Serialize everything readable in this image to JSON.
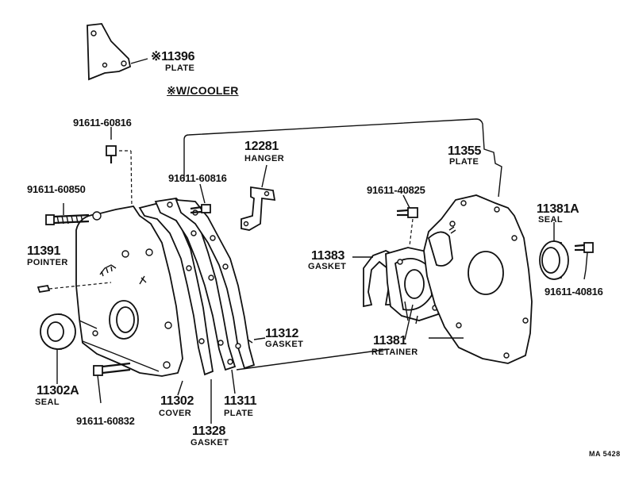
{
  "note": "※W/COOLER",
  "catalog_code": "MA 5428",
  "parts": {
    "p11396": {
      "number": "※11396",
      "name": "PLATE"
    },
    "p12281": {
      "number": "12281",
      "name": "HANGER"
    },
    "p11355": {
      "number": "11355",
      "name": "PLATE"
    },
    "p11381A": {
      "number": "11381A",
      "name": "SEAL"
    },
    "p11391": {
      "number": "11391",
      "name": "POINTER"
    },
    "p11383": {
      "number": "11383",
      "name": "GASKET"
    },
    "p11312": {
      "number": "11312",
      "name": "GASKET"
    },
    "p11381": {
      "number": "11381",
      "name": "RETAINER"
    },
    "p11302A": {
      "number": "11302A",
      "name": "SEAL"
    },
    "p11302": {
      "number": "11302",
      "name": "COVER"
    },
    "p11311": {
      "number": "11311",
      "name": "PLATE"
    },
    "p11328": {
      "number": "11328",
      "name": "GASKET"
    }
  },
  "bolts": {
    "b1": "91611-60816",
    "b2": "91611-60850",
    "b3": "91611-60816",
    "b4": "91611-40825",
    "b5": "91611-40816",
    "b6": "91611-60832"
  }
}
